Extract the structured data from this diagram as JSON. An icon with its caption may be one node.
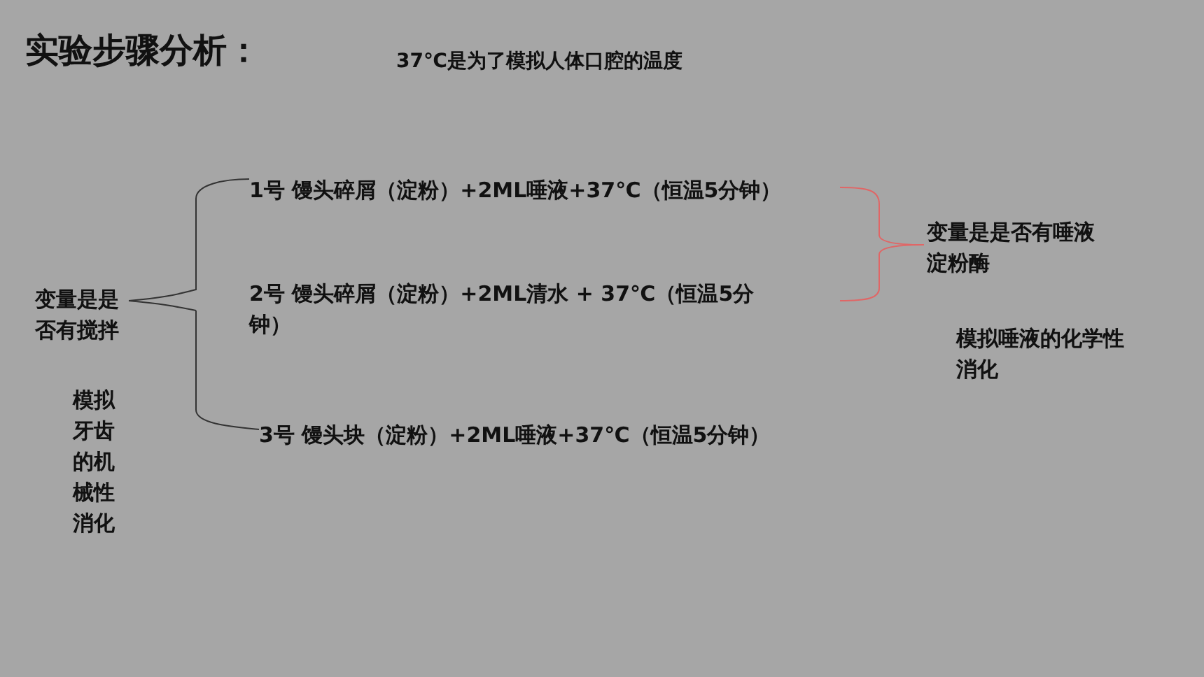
{
  "diagram": {
    "title": "实验步骤分析：",
    "labels": [
      "37℃是为了模拟人体口腔的温度",
      "1号  馒头碎屑（淀粉）+2ML唾液+37℃（恒温5分钟）",
      "变量是是否有唾液淀粉酶",
      "2号  馒头碎屑（淀粉）+2ML清水 + 37℃（恒温5分钟）",
      "变量是是否有搅拌",
      "模拟唾液的化学性消化",
      "模拟牙齿的机械性消化",
      "3号  馒头块（淀粉）+2ML唾液+37℃（恒温5分钟）"
    ]
  }
}
